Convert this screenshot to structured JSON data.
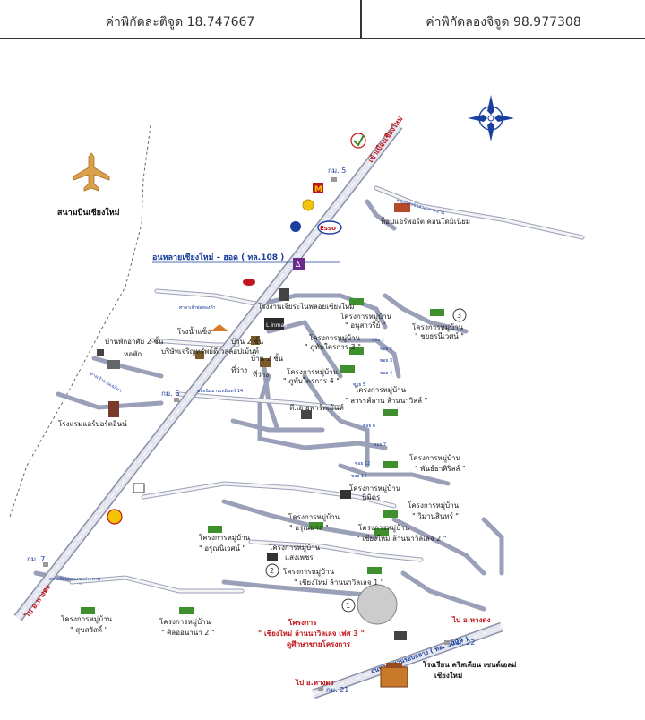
{
  "header": {
    "latitude": "ค่าพิกัดละติจูด 18.747667",
    "longitude": "ค่าพิกัดลองจิจูด 98.977308"
  },
  "map": {
    "airport": "สนามบินเชียงใหม่",
    "highway_main": "อนหลายเชียงใหม่ – ฮอด ( ทล.108 )",
    "to_city_top": "เข้าเมืองเชียงใหม่",
    "to_hangdong": "ไป อ.หางดง",
    "to_right_bottom": "ไป อ.หางดง",
    "to_left_bottom": "ไป อ.หางดง",
    "km5": "กม. 5",
    "km6": "กม. 6",
    "km7": "กม. 7",
    "km22": "กม. 22",
    "km21": "กม. 21",
    "esso": "Esso",
    "airport_shop": "ท็อปแอร์พอร์ต คอนโดมิเนียม",
    "jewelry": "โรงงานเจียระไนพลอยเชียงใหม่",
    "linmall": "L inmall",
    "factory_ice": "โรงน้ำแข็ง",
    "carpet": "บริษัทเจริญทรัพย์ดีเวลลอปเม้นท์",
    "building2": "บ้าน 2 ชั้น",
    "building2b": "บ้าน 2 ชั้น",
    "pavillion": "ที่ว่าง",
    "pavillion2": "ที่ว่าง",
    "hotel": "โรงแรมแอร์ปอร์ตอินน์",
    "khum": "หอพัก",
    "tea_shop": "บ้านพักอาศัย 2 ชั้น",
    "village1": "โครงการหมู่บ้าน",
    "village1_name": "\" อนุสาวรีย์ \"",
    "village_lake": "โครงการหมู่บ้าน",
    "village_lake_name": "\" ภูทับใครการ 3 \"",
    "village_road": "โครงการหมู่บ้าน",
    "village_road_name": "\" ภูทับใครการ 4 \"",
    "village_sw": "โครงการหมู่บ้าน",
    "village_sw_name": "\" สวรรค์ลาน ล้านนาวิลล์ \"",
    "village_3": "โครงการหมู่บ้าน",
    "village_3_name": "\" ชยธรนีเวศน์ \"",
    "village_pt": "โครงการหมู่บ้าน",
    "village_pt_name": "\" พันธ์ธาศิริลล์ \"",
    "village_nimit": "โครงการหมู่บ้าน",
    "village_nimit_name": "นิมิตร",
    "village_vimarn": "โครงการหมู่บ้าน",
    "village_vimarn_name": "\" วิมานสินทร์ \"",
    "village_onsar": "โครงการหมู่บ้าน",
    "village_onsar_name": "\" อรุณนาถ \"",
    "village_chlanna": "โครงการหมู่บ้าน",
    "village_chlanna_name": "\" เชียงใหม่ ล้านนาวิลเลจ 2 \"",
    "village_arun": "โครงการหมู่บ้าน",
    "village_arun_name": "\" อรุณนิเวศน์ \"",
    "village_lapp": "โครงการหมู่บ้าน",
    "village_lapp_name": "แสงเพชร",
    "village_2": "โครงการหมู่บ้าน",
    "village_2_name": "\" เชียงใหม่ ล้านนาวิลเลจ 1 \"",
    "project": "โครงการ",
    "project_name": "\" เชียงใหม่ ล้านนาวิลเลจ เฟส 3 \"",
    "project_sub": "ดูศึกษาขายโครงการ",
    "village_sw2": "โครงการหมู่บ้าน",
    "village_sw2_name": "\" สุขสวัสดิ์ \"",
    "village_sk": "โครงการหมู่บ้าน",
    "village_sk_name": "\" ศิลออนาน่า 2 \"",
    "hotel_bottom": "โรงเรียน คริสเตียน เซนต์เอลม่",
    "hotel_bottom2": "เชียงใหม่",
    "ring_road": "ถนนวงแหวนรอบกลาง ( ทล. 3029 )",
    "pump": "ที.เอ อพาร์ทเม้นท์",
    "badges": [
      "1",
      "2",
      "3"
    ],
    "soi_labels": [
      "ซอย 1",
      "ซอย 2",
      "ซอย 3",
      "ซอย 4",
      "ซอย 5",
      "ซอย 6",
      "ซอย 7",
      "ซอย 12",
      "ซอย 14"
    ],
    "road_side1": "ทางแยกเข้าท่าอากาศยาน",
    "road_side2": "ถนนเลียบคลองชลประทาน",
    "road_left": "ทางเข้าสวนเฉลิมฯ",
    "road_mid": "ศาลาเจ้าพ่อทองคำ",
    "road_soi_mid": "ซอยนิมมานเหมินทร์ 14"
  },
  "colors": {
    "road_fill": "#f4f4f4",
    "road_edge": "#8a8fa8",
    "highway": "#e3e6ef",
    "red": "#c0151a",
    "blue": "#1a3f9e",
    "village_green": "#3f8f2e"
  }
}
